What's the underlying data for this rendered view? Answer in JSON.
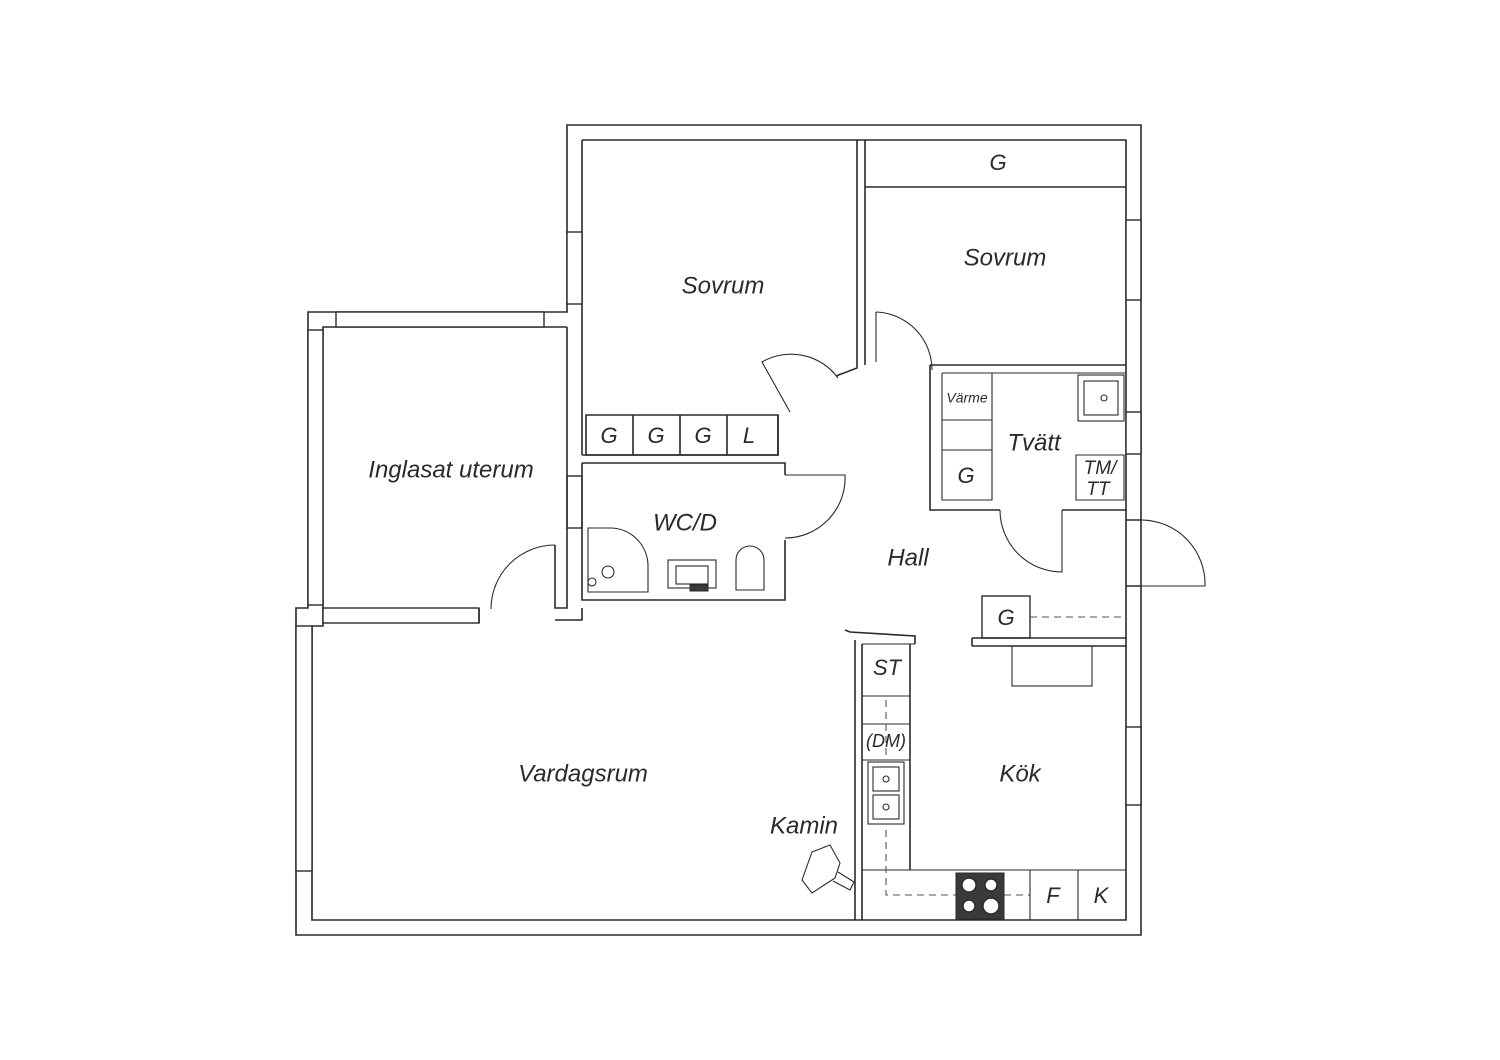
{
  "rooms": {
    "sovrum_left": "Sovrum",
    "sovrum_right": "Sovrum",
    "inglasat_uterum": "Inglasat uterum",
    "wc_d": "WC/D",
    "hall": "Hall",
    "tvatt": "Tvätt",
    "vardagsrum": "Vardagsrum",
    "kok": "Kök",
    "kamin": "Kamin"
  },
  "fixtures": {
    "wardrobe_top_right": "G",
    "wardrobe_1": "G",
    "wardrobe_2": "G",
    "wardrobe_3": "G",
    "linen": "L",
    "varme": "Värme",
    "tvatt_wardrobe": "G",
    "tm_tt_line1": "TM/",
    "tm_tt_line2": "TT",
    "hall_wardrobe": "G",
    "st": "ST",
    "dm": "(DM)",
    "f": "F",
    "k": "K"
  }
}
